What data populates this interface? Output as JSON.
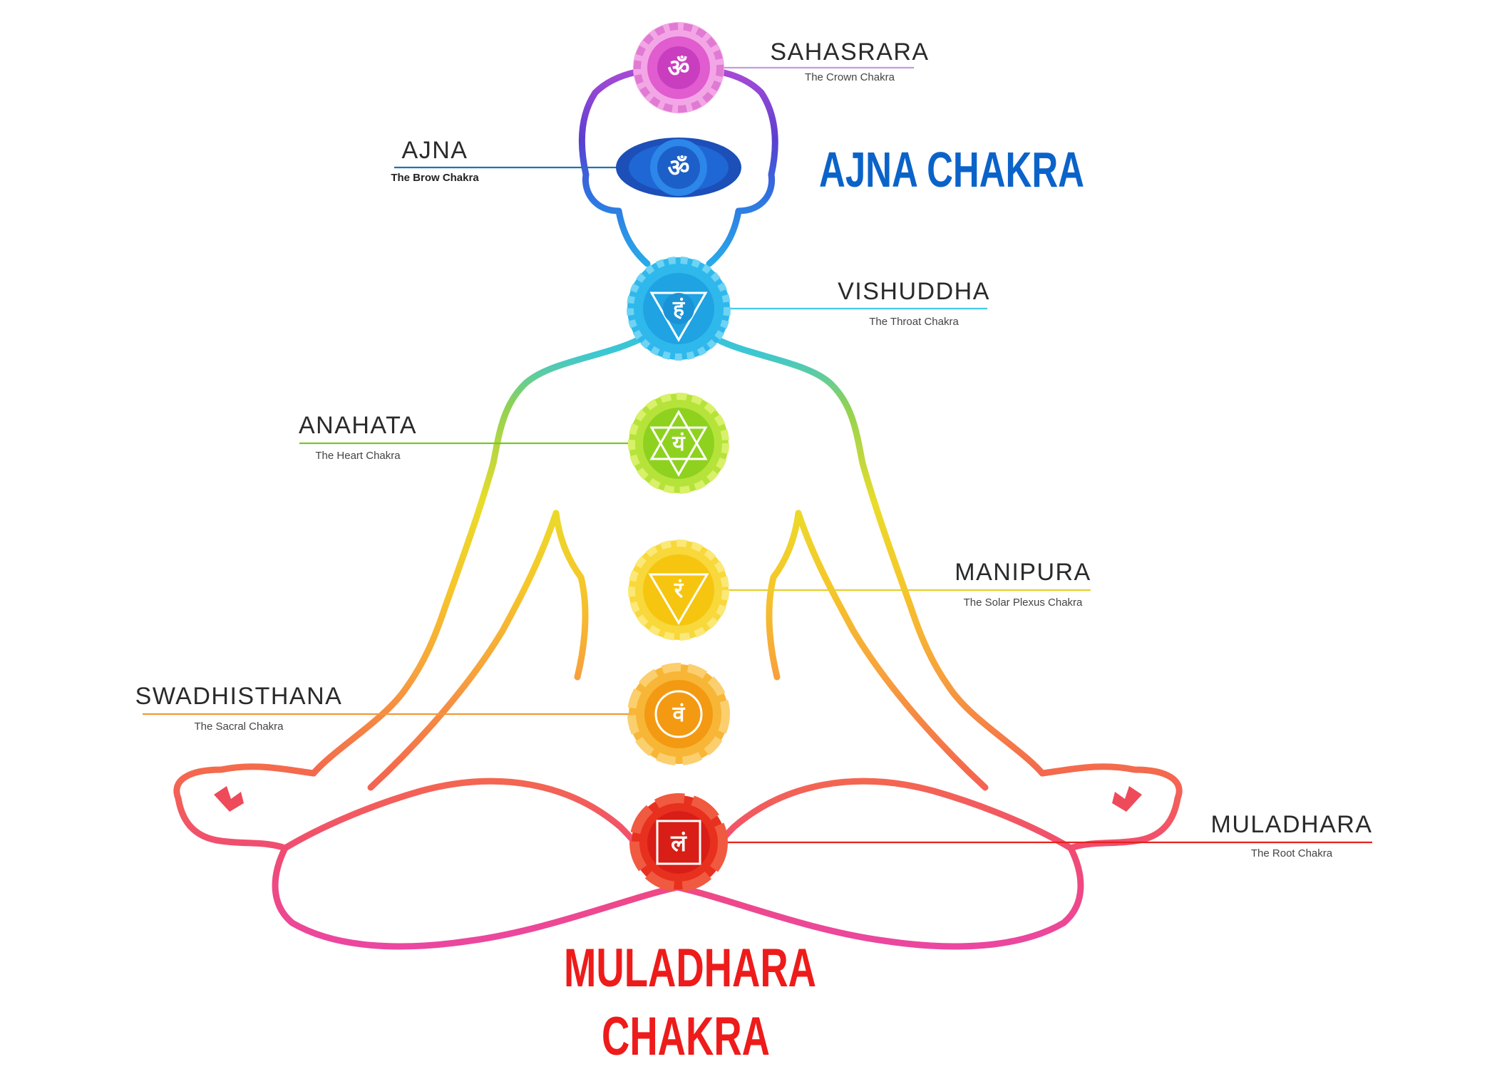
{
  "headline_top": "AJNA CHAKRA",
  "headline_bottom_line1": "MULADHARA",
  "headline_bottom_line2": "CHAKRA",
  "colors": {
    "headline_top": "#0b63c9",
    "headline_bottom": "#ee1b1b",
    "sahasrara": "#d63fc9",
    "ajna": "#1b3fa8",
    "vishuddha": "#23b5e6",
    "anahata": "#8ccc1d",
    "manipura": "#f6cf14",
    "swadhisthana": "#f59a16",
    "muladhara": "#e5231d"
  },
  "chakras": [
    {
      "id": "sahasrara",
      "name": "SAHASRARA",
      "subtitle": "The Crown Chakra",
      "symbol": "ॐ"
    },
    {
      "id": "ajna",
      "name": "AJNA",
      "subtitle": "The Brow Chakra",
      "symbol": "ॐ"
    },
    {
      "id": "vishuddha",
      "name": "VISHUDDHA",
      "subtitle": "The Throat Chakra",
      "symbol": "हं"
    },
    {
      "id": "anahata",
      "name": "ANAHATA",
      "subtitle": "The Heart Chakra",
      "symbol": "यं"
    },
    {
      "id": "manipura",
      "name": "MANIPURA",
      "subtitle": "The Solar Plexus Chakra",
      "symbol": "रं"
    },
    {
      "id": "swadhisthana",
      "name": "SWADHISTHANA",
      "subtitle": "The Sacral Chakra",
      "symbol": "वं"
    },
    {
      "id": "muladhara",
      "name": "MULADHARA",
      "subtitle": "The Root Chakra",
      "symbol": "लं"
    }
  ]
}
